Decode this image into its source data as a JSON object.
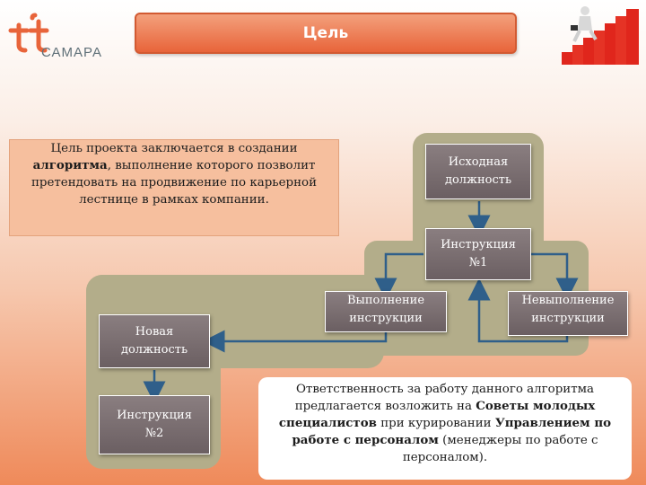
{
  "logo": {
    "name": "САМАРА"
  },
  "header": {
    "title": "Цель"
  },
  "description": {
    "before": "Цель проекта заключается в создании ",
    "bold": "алгоритма",
    "after": ", выполнение которого позволит претендовать на продвижение по карьерной лестнице в рамках компании."
  },
  "nodes": {
    "initial_position": [
      "Исходная",
      "должность"
    ],
    "instruction1": [
      "Инструкция",
      "№1"
    ],
    "execution": [
      "Выполнение",
      "инструкции"
    ],
    "non_execution": [
      "Невыполнение",
      "инструкции"
    ],
    "new_position": [
      "Новая",
      "должность"
    ],
    "instruction2": [
      "Инструкция",
      "№2"
    ]
  },
  "responsibility": {
    "part1": "Ответственность за работу данного алгоритма предлагается возложить на ",
    "bold1": "Советы молодых специалистов",
    "part2": " при курировании ",
    "bold2": "Управлением по работе с персоналом",
    "part3": " (менеджеры по работе с персоналом)."
  },
  "colors": {
    "title_fill": "#e8643a",
    "node_fill": "#7a6e71",
    "background_shape": "#b3ad8a",
    "description_fill": "#f6bf9e",
    "arrow": "#2f5f8a",
    "stairs": "#e0261c"
  }
}
